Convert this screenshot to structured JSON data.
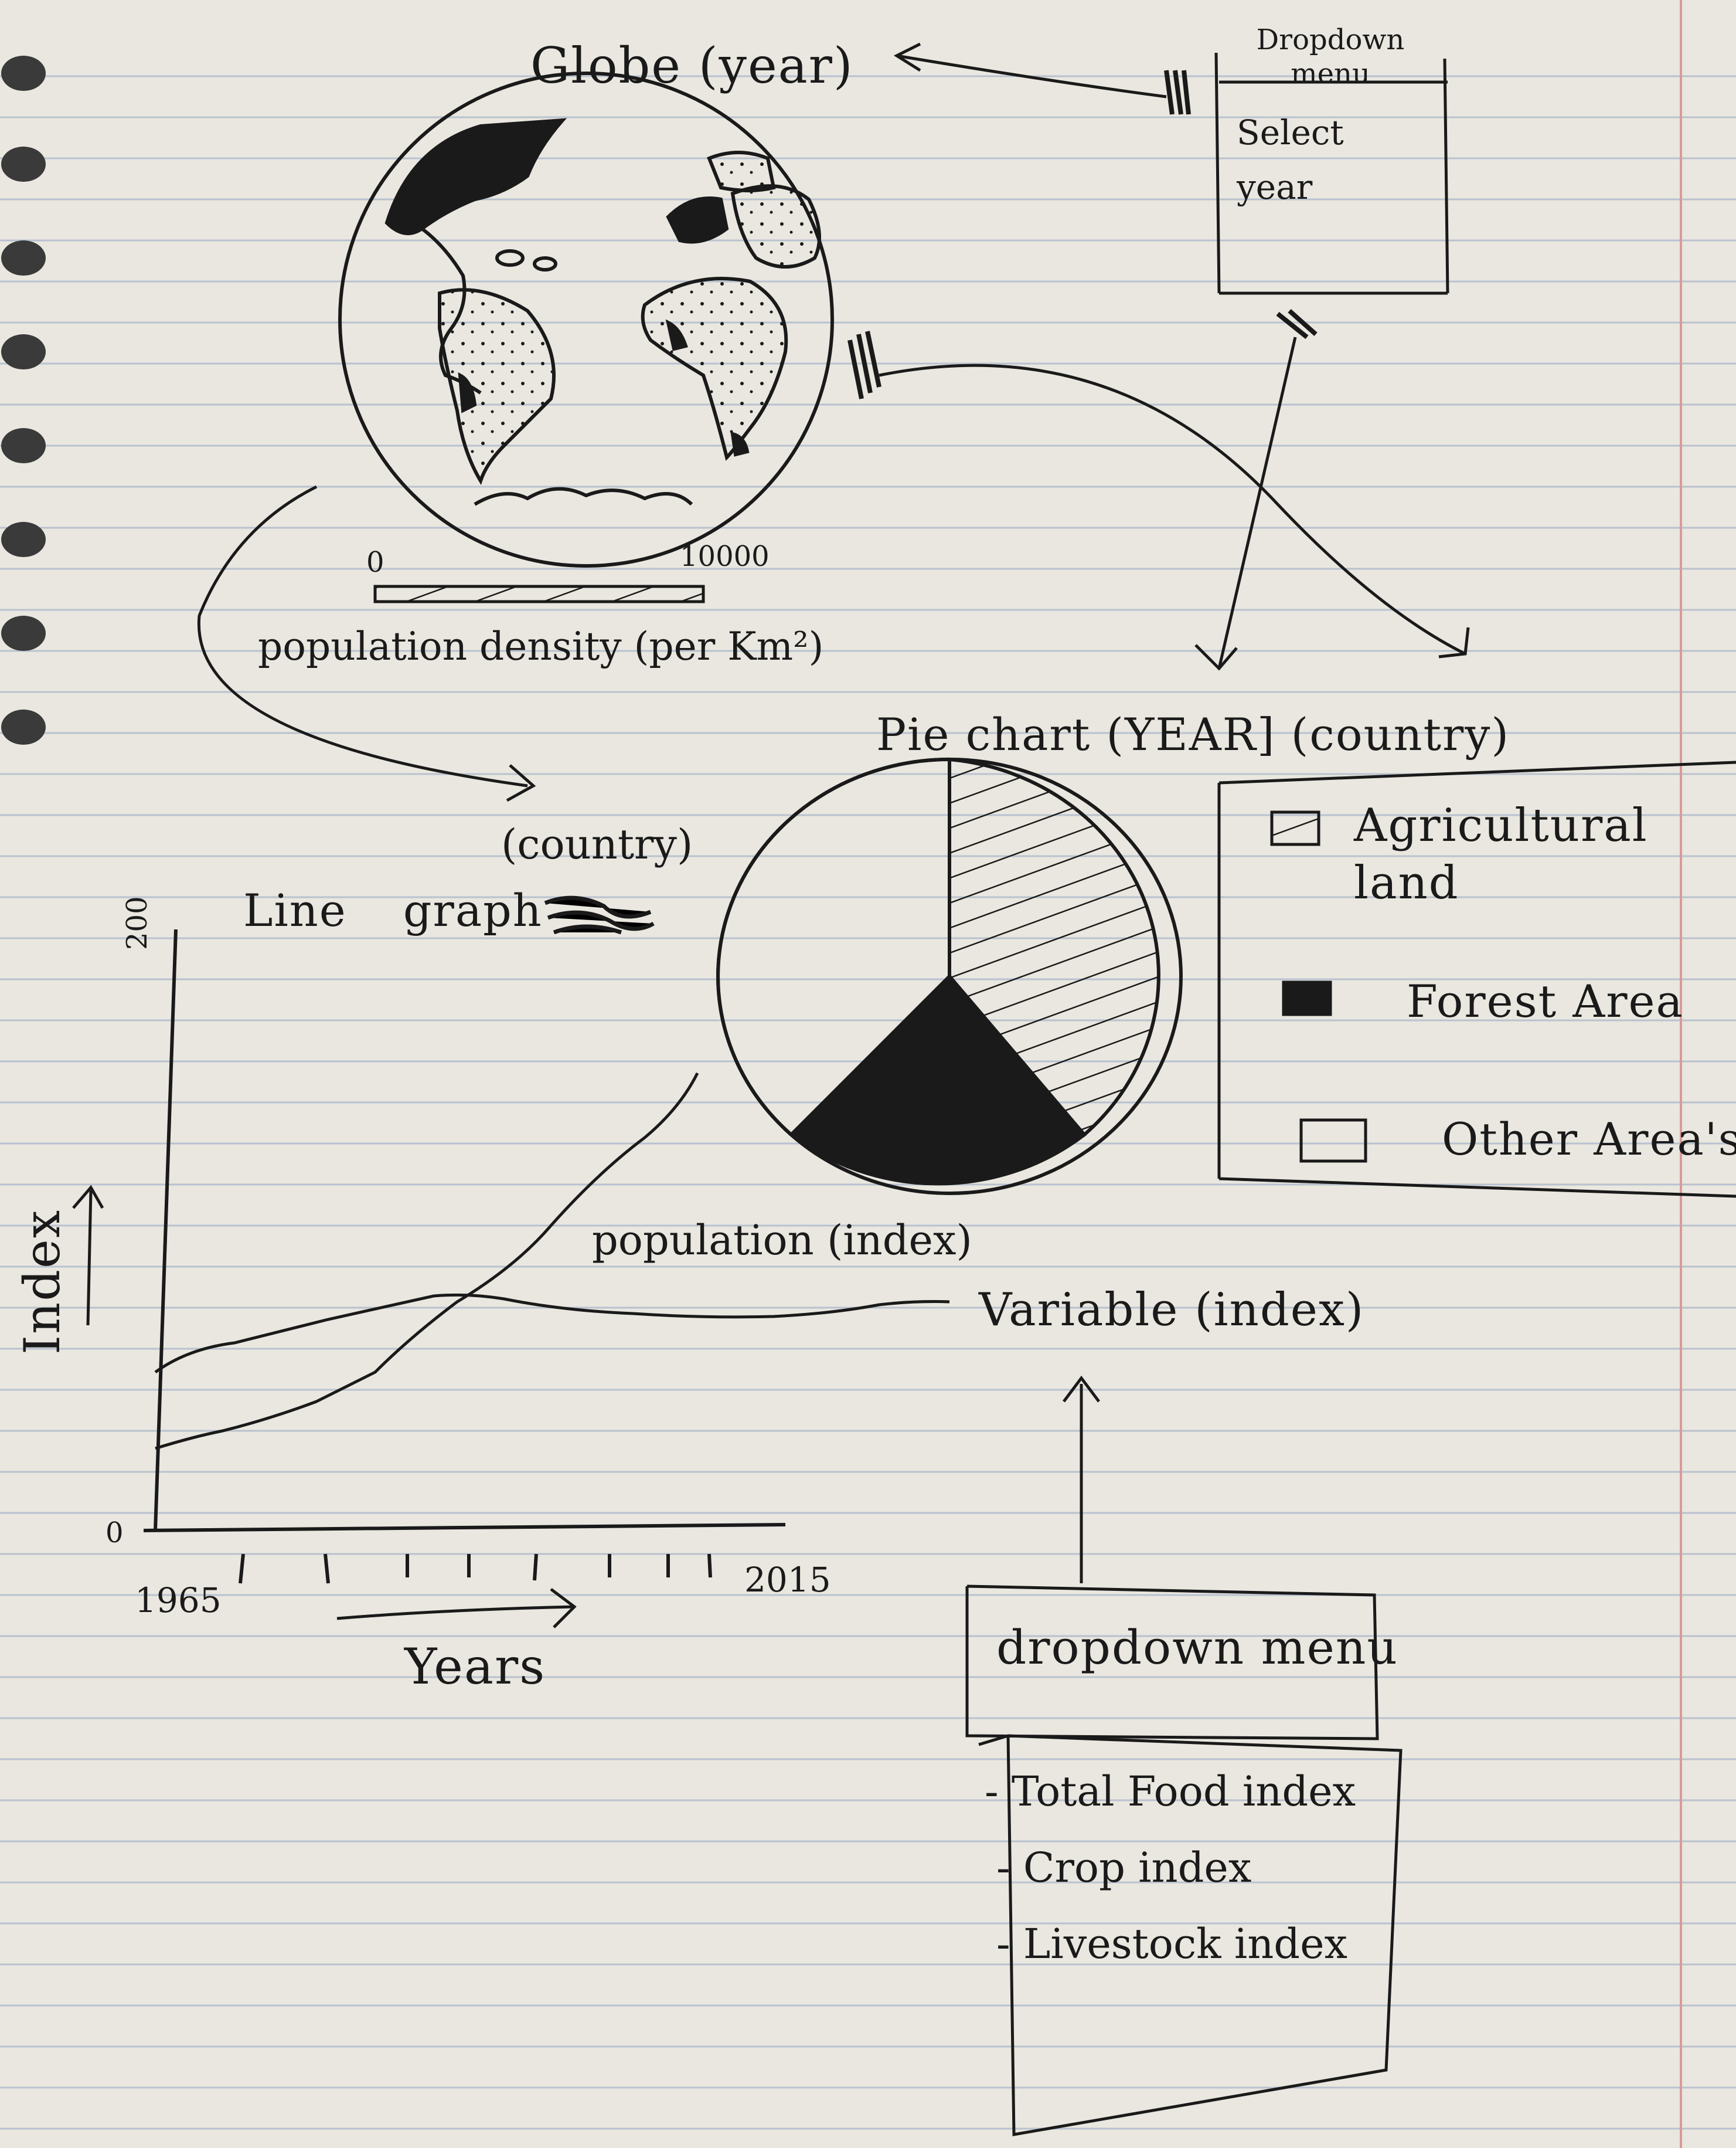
{
  "globe": {
    "title": "Globe (year)",
    "scale_min": "0",
    "scale_max": "10000",
    "scale_label": "population density (per Km²)"
  },
  "year_dropdown": {
    "header": "Dropdown menu",
    "placeholder": "Select year"
  },
  "pie": {
    "title": "Pie chart (YEAR] (country)",
    "legend": [
      {
        "label": "Agricultural land",
        "style": "hatched"
      },
      {
        "label": "Forest Area",
        "style": "filled"
      },
      {
        "label": "Other Area's",
        "style": "empty"
      }
    ]
  },
  "line": {
    "country_label": "(country)",
    "title": "Line graph",
    "y_top": "200",
    "y_zero": "0",
    "y_label": "Index",
    "x_start": "1965",
    "x_end": "2015",
    "x_label": "Years",
    "population_label": "population (index)",
    "variable_label": "Variable (index)"
  },
  "variable_dropdown": {
    "header": "dropdown menu",
    "options": [
      "- Total Food index",
      "- Crop index",
      "- Livestock index"
    ]
  }
}
